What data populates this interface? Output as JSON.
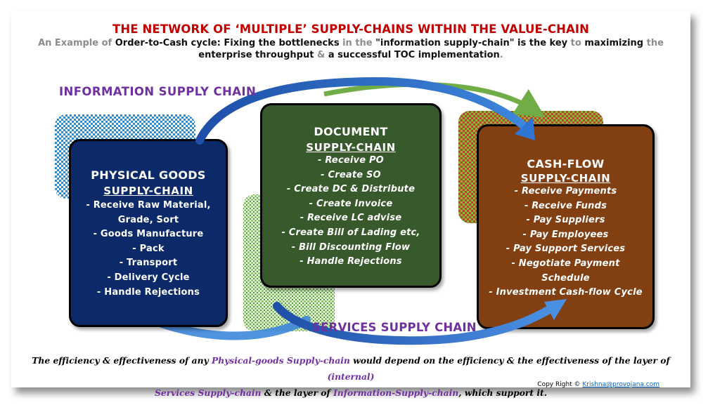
{
  "title": "THE NETWORK OF ‘MULTIPLE’ SUPPLY-CHAINS WITHIN THE VALUE-CHAIN",
  "subtitle": {
    "p1": "An Example of ",
    "p2": "Order-to-Cash cycle: Fixing the bottlenecks ",
    "p3": "in the ",
    "p4": "\"information supply-chain\"",
    "p5": " is the key ",
    "p6": "to",
    "p7": " maximizing ",
    "p8": "the",
    "p9": " enterprise throughput ",
    "p10": "&",
    "p11": " a successful TOC implementation",
    "p12": "."
  },
  "labels": {
    "information": "INFORMATION SUPPLY CHAIN",
    "services": "SERVICES SUPPLY CHAIN"
  },
  "boxes": {
    "physical": {
      "heading": "PHYSICAL GOODS",
      "subheading": "SUPPLY-CHAIN",
      "items": [
        "- Receive Raw Material,",
        "Grade, Sort",
        "- Goods Manufacture",
        "- Pack",
        "- Transport",
        "- Delivery Cycle",
        "- Handle Rejections"
      ]
    },
    "document": {
      "heading": "DOCUMENT",
      "subheading": "SUPPLY-CHAIN",
      "items": [
        "- Receive PO",
        "- Create SO",
        "- Create DC & Distribute",
        "- Create Invoice",
        "- Receive LC advise",
        "- Create Bill of Lading etc,",
        "- Bill Discounting Flow",
        "- Handle Rejections"
      ]
    },
    "cash": {
      "heading": "CASH-FLOW",
      "subheading": "SUPPLY-CHAIN",
      "items": [
        "- Receive Payments",
        "- Receive Funds",
        "- Pay Suppliers",
        "- Pay Employees",
        "- Pay Support Services",
        "- Negotiate Payment",
        "Schedule",
        "- Investment Cash-flow Cycle"
      ]
    }
  },
  "footer": {
    "f1": "The efficiency & effectiveness of any ",
    "f2": "Physical-goods Supply-chain",
    "f3": " would depend on the efficiency & the effectiveness of the layer of ",
    "f4": "(internal)",
    "f5": "Services Supply-chain",
    "f6": " & the layer of ",
    "f7": "Information-Supply-chain",
    "f8": ",  which support it."
  },
  "copyright": {
    "text": "Copy Right © ",
    "link": "Krishna@provojana.com"
  },
  "colors": {
    "title": "#c00000",
    "purple_label": "#7030a0",
    "physical_box": "#0c2a6a",
    "document_box": "#38592b",
    "cash_box": "#813f12",
    "arrow_blue": "#2e75d4",
    "arrow_green": "#70ad47"
  }
}
